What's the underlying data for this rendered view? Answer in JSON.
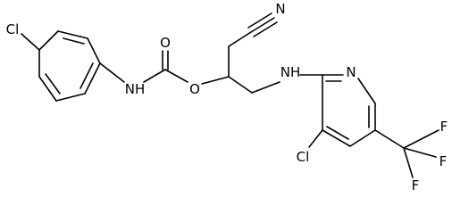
{
  "molecule": {
    "atoms": {
      "cl_left": "Cl",
      "o_carbonyl": "O",
      "nh_carbamate": "NH",
      "o_ester": "O",
      "n_nitrile": "N",
      "nh_amine": "NH",
      "n_pyridine": "N",
      "cl_pyridine": "Cl",
      "f_top": "F",
      "f_right": "F",
      "f_bottom": "F"
    }
  }
}
